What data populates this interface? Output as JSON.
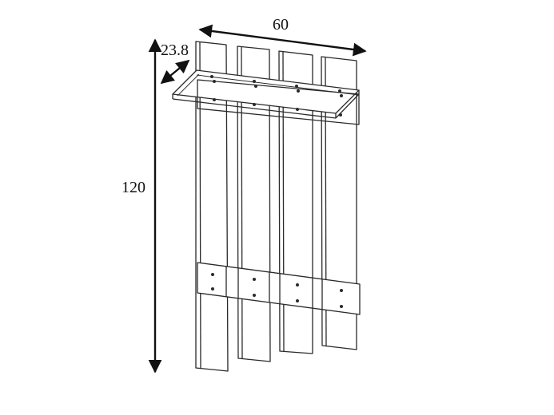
{
  "dimensions": {
    "width": "60",
    "depth": "23.8",
    "height": "120"
  },
  "colors": {
    "line": "#2a2a2a",
    "arrow": "#111111",
    "background": "#ffffff"
  }
}
